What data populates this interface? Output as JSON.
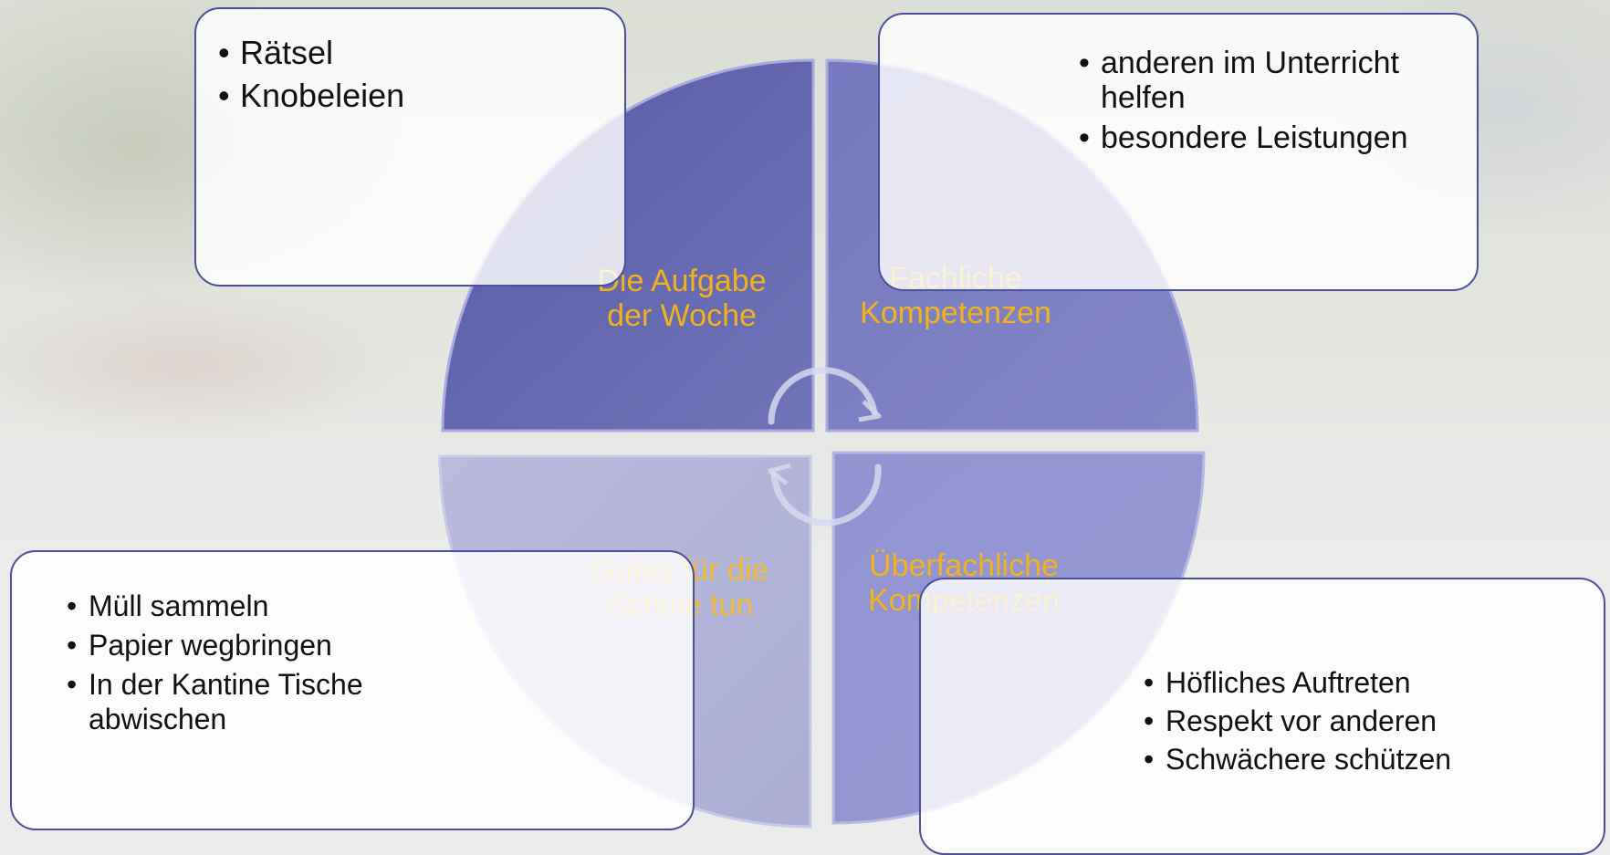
{
  "segments": [
    {
      "id": "tl",
      "label": "Die Aufgabe\nder Woche",
      "items": [
        "Rätsel",
        "Knobeleien"
      ]
    },
    {
      "id": "tr",
      "label": "Fachliche\nKompetenzen",
      "items": [
        "anderen im Unterricht\nhelfen",
        "besondere Leistungen"
      ]
    },
    {
      "id": "bl",
      "label": "Gutes für die\nSchule tun",
      "items": [
        "Müll sammeln",
        "Papier wegbringen",
        "In der Kantine Tische\nabwischen"
      ]
    },
    {
      "id": "br",
      "label": "Überfachliche\nKompetenzen",
      "items": [
        "Höfliches Auftreten",
        "Respekt vor anderen",
        "Schwächere schützen"
      ]
    }
  ],
  "colors": {
    "segment_dark": "#5b5ea8",
    "segment_mid": "#7577bd",
    "segment_light": "#a9aad3",
    "label_text": "#f2b21c",
    "box_border": "#4b4f9c"
  }
}
